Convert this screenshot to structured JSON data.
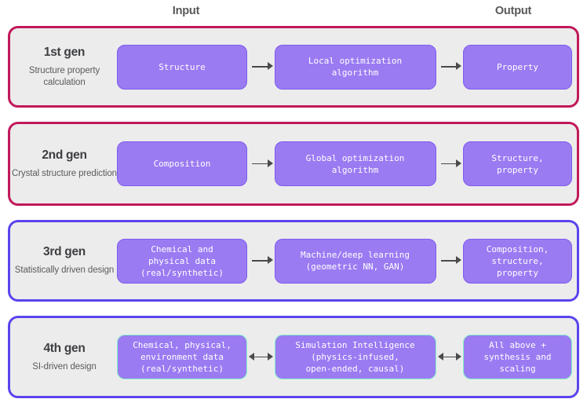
{
  "headers": {
    "input": "Input",
    "output": "Output"
  },
  "colors": {
    "row_border_gen1_2": "#c2185b",
    "row_border_gen3_4": "#5a44ee",
    "row_background": "#ececec",
    "node_fill": "#9b7bf2",
    "node_border_default": "#7d5bf0",
    "node_border_gen4": "#83f2c8",
    "arrow": "#4a4a4d",
    "header_text": "#57585a"
  },
  "rows": [
    {
      "title": "1st gen",
      "subtitle": "Structure property\ncalculation",
      "arrow_type": "single",
      "nodes": [
        {
          "label": "Structure"
        },
        {
          "label": "Local optimization\nalgorithm"
        },
        {
          "label": "Property"
        }
      ]
    },
    {
      "title": "2nd gen",
      "subtitle": "Crystal structure\nprediction",
      "arrow_type": "single",
      "nodes": [
        {
          "label": "Composition"
        },
        {
          "label": "Global optimization\nalgorithm"
        },
        {
          "label": "Structure,\nproperty"
        }
      ]
    },
    {
      "title": "3rd gen",
      "subtitle": "Statistically\ndriven design",
      "arrow_type": "single",
      "nodes": [
        {
          "label": "Chemical and\nphysical data\n(real/synthetic)"
        },
        {
          "label": "Machine/deep learning\n(geometric NN, GAN)"
        },
        {
          "label": "Composition,\nstructure,\nproperty"
        }
      ]
    },
    {
      "title": "4th gen",
      "subtitle": "SI-driven\ndesign",
      "arrow_type": "bidirectional",
      "nodes": [
        {
          "label": "Chemical, physical,\nenvironment data\n(real/synthetic)"
        },
        {
          "label": "Simulation Intelligence\n(physics-infused,\nopen-ended, causal)"
        },
        {
          "label": "All above +\nsynthesis and\nscaling"
        }
      ]
    }
  ]
}
